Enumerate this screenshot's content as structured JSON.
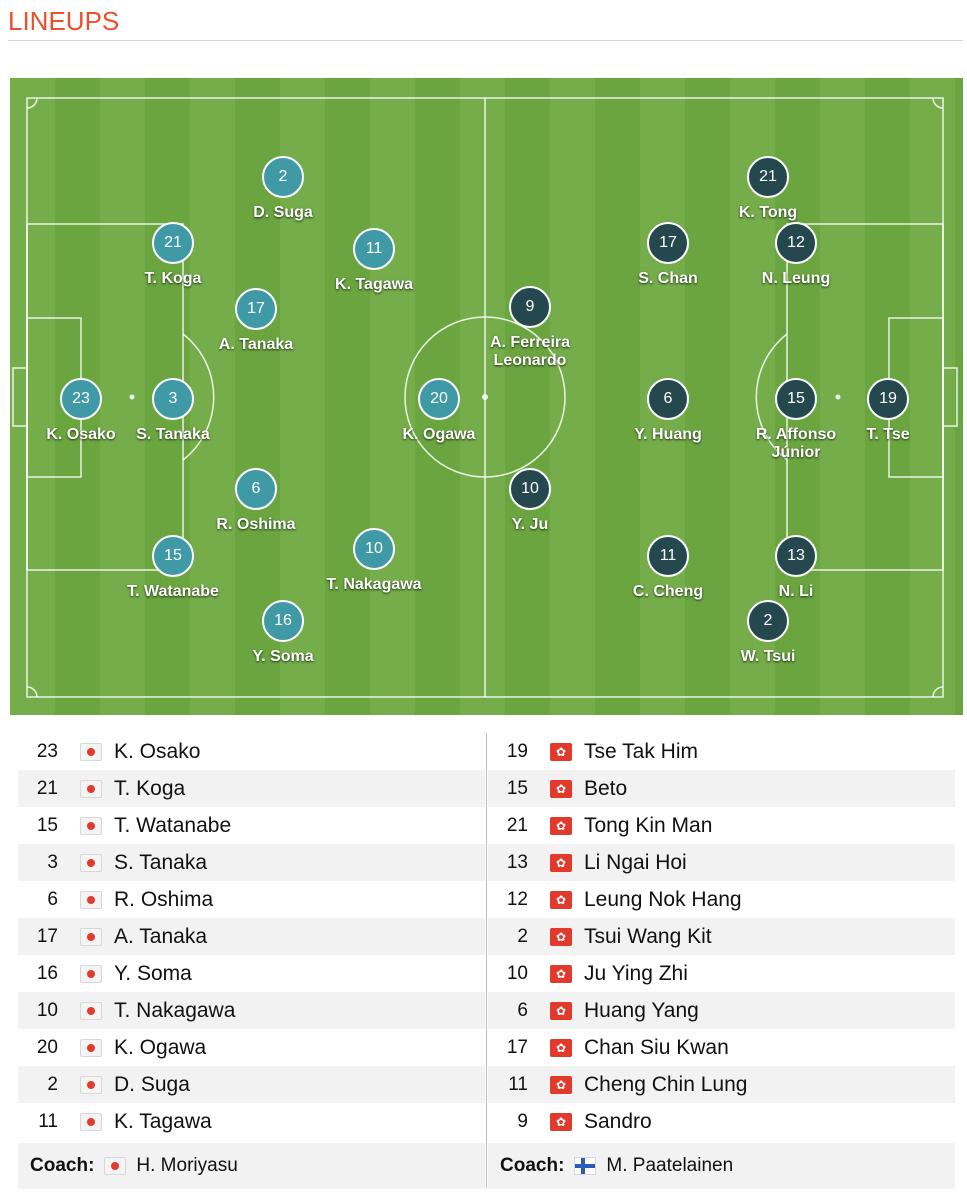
{
  "title": "LINEUPS",
  "pitch": {
    "home": [
      {
        "number": "23",
        "name": "K. Osako"
      },
      {
        "number": "3",
        "name": "S. Tanaka"
      },
      {
        "number": "21",
        "name": "T. Koga"
      },
      {
        "number": "15",
        "name": "T. Watanabe"
      },
      {
        "number": "17",
        "name": "A. Tanaka"
      },
      {
        "number": "6",
        "name": "R. Oshima"
      },
      {
        "number": "2",
        "name": "D. Suga"
      },
      {
        "number": "16",
        "name": "Y. Soma"
      },
      {
        "number": "11",
        "name": "K. Tagawa"
      },
      {
        "number": "10",
        "name": "T. Nakagawa"
      },
      {
        "number": "20",
        "name": "K. Ogawa"
      }
    ],
    "away": [
      {
        "number": "9",
        "name": "A. Ferreira Leonardo"
      },
      {
        "number": "10",
        "name": "Y. Ju"
      },
      {
        "number": "17",
        "name": "S. Chan"
      },
      {
        "number": "6",
        "name": "Y. Huang"
      },
      {
        "number": "11",
        "name": "C. Cheng"
      },
      {
        "number": "21",
        "name": "K. Tong"
      },
      {
        "number": "12",
        "name": "N. Leung"
      },
      {
        "number": "15",
        "name": "R. Affonso Júnior"
      },
      {
        "number": "13",
        "name": "N. Li"
      },
      {
        "number": "2",
        "name": "W. Tsui"
      },
      {
        "number": "19",
        "name": "T. Tse"
      }
    ]
  },
  "home_list": [
    {
      "number": "23",
      "name": "K. Osako"
    },
    {
      "number": "21",
      "name": "T. Koga"
    },
    {
      "number": "15",
      "name": "T. Watanabe"
    },
    {
      "number": "3",
      "name": "S. Tanaka"
    },
    {
      "number": "6",
      "name": "R. Oshima"
    },
    {
      "number": "17",
      "name": "A. Tanaka"
    },
    {
      "number": "16",
      "name": "Y. Soma"
    },
    {
      "number": "10",
      "name": "T. Nakagawa"
    },
    {
      "number": "20",
      "name": "K. Ogawa"
    },
    {
      "number": "2",
      "name": "D. Suga"
    },
    {
      "number": "11",
      "name": "K. Tagawa"
    }
  ],
  "away_list": [
    {
      "number": "19",
      "name": "Tse Tak Him"
    },
    {
      "number": "15",
      "name": "Beto"
    },
    {
      "number": "21",
      "name": "Tong Kin Man"
    },
    {
      "number": "13",
      "name": "Li Ngai Hoi"
    },
    {
      "number": "12",
      "name": "Leung Nok Hang"
    },
    {
      "number": "2",
      "name": "Tsui Wang Kit"
    },
    {
      "number": "10",
      "name": "Ju Ying Zhi"
    },
    {
      "number": "6",
      "name": "Huang Yang"
    },
    {
      "number": "17",
      "name": "Chan Siu Kwan"
    },
    {
      "number": "11",
      "name": "Cheng Chin Lung"
    },
    {
      "number": "9",
      "name": "Sandro"
    }
  ],
  "coach_label": "Coach:",
  "home_coach": {
    "name": "H. Moriyasu",
    "flag_icon": "japan-flag-icon"
  },
  "away_coach": {
    "name": "M. Paatelainen",
    "flag_icon": "finland-flag-icon"
  },
  "home_flag_icon": "japan-flag-icon",
  "away_flag_icon": "hong-kong-flag-icon",
  "colors": {
    "accent": "#e8512b",
    "home_marker": "#3f9aa6",
    "away_marker": "#24484d",
    "pitch_light": "#75ad4a",
    "pitch_dark": "#6aa53f"
  }
}
